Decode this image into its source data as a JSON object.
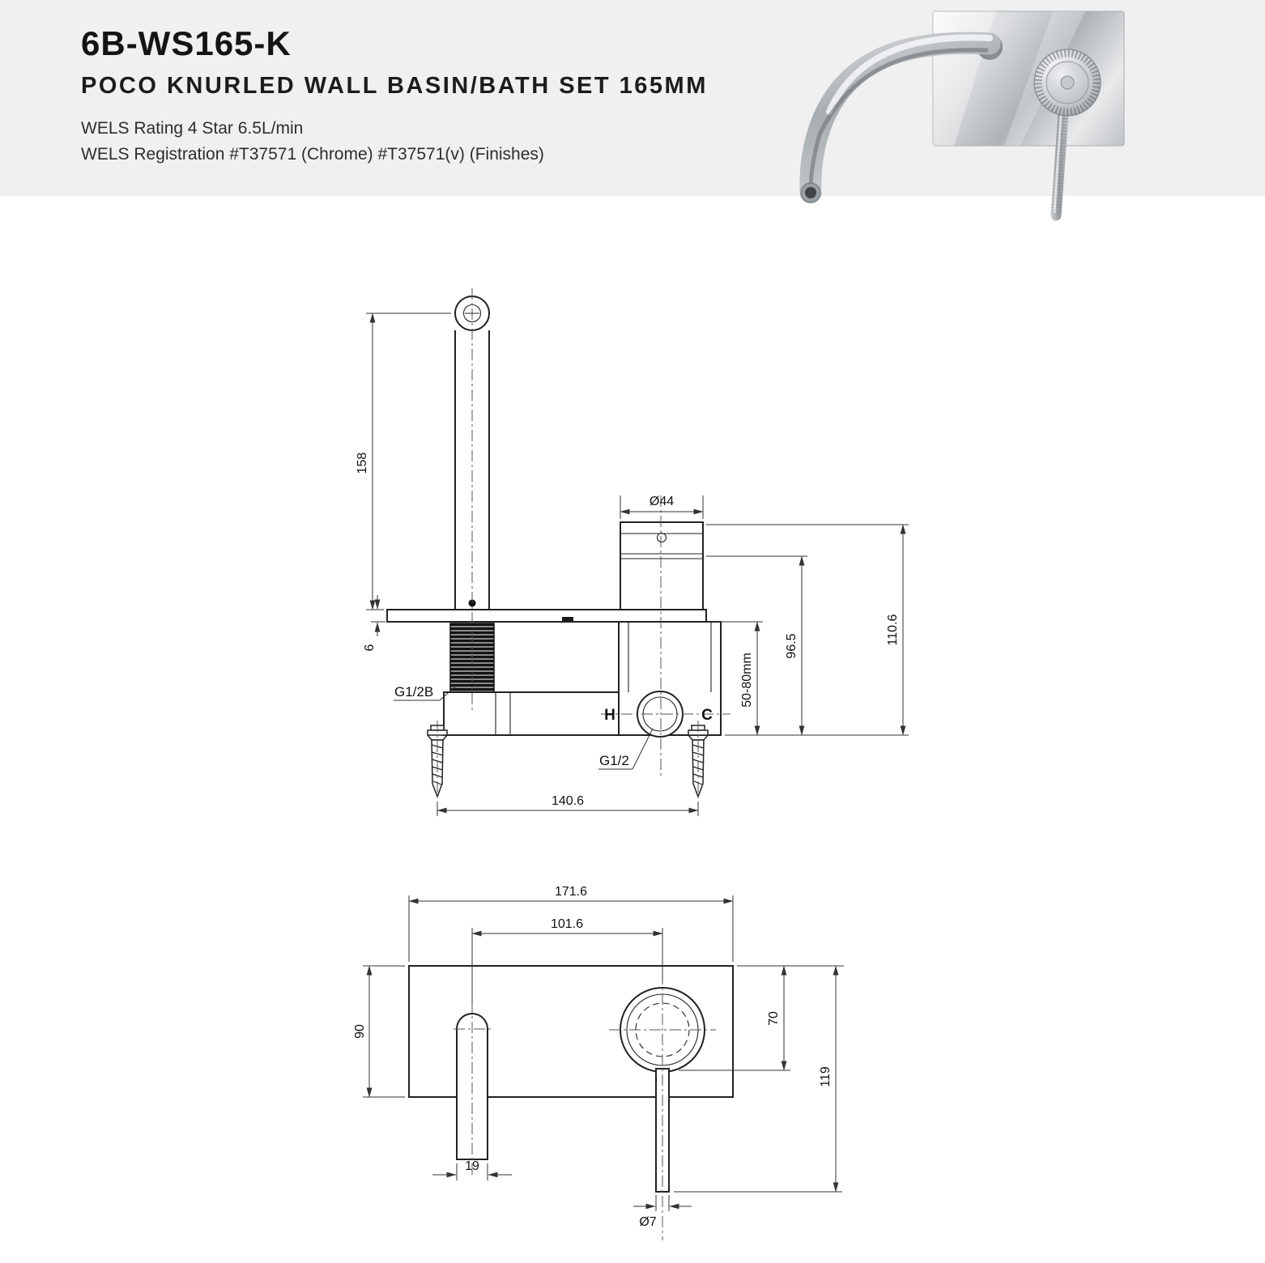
{
  "header": {
    "product_code": "6B-WS165-K",
    "product_title": "POCO KNURLED WALL BASIN/BATH SET 165MM",
    "wels_rating": "WELS Rating 4 Star 6.5L/min",
    "wels_registration": "WELS Registration #T37571 (Chrome) #T37571(v) (Finishes)"
  },
  "colors": {
    "header_band": "#f0f0f1",
    "drawing_line": "#222222"
  },
  "side_view": {
    "spout_length": "158",
    "plate_thickness": "6",
    "cartridge_diameter": "Ø44",
    "overall_height": "110.6",
    "body_height": "96.5",
    "wall_depth_range": "50-80mm",
    "fixing_centres": "140.6",
    "inlet_thread_label": "G1/2B",
    "connection_thread_label": "G1/2",
    "hot_marker": "H",
    "cold_marker": "C"
  },
  "front_view": {
    "plate_width": "171.6",
    "spout_to_mixer_centres": "101.6",
    "plate_height": "90",
    "mixer_centre_drop": "70",
    "handle_drop": "119",
    "spout_tube_width": "19",
    "handle_stem_diameter": "Ø7"
  }
}
